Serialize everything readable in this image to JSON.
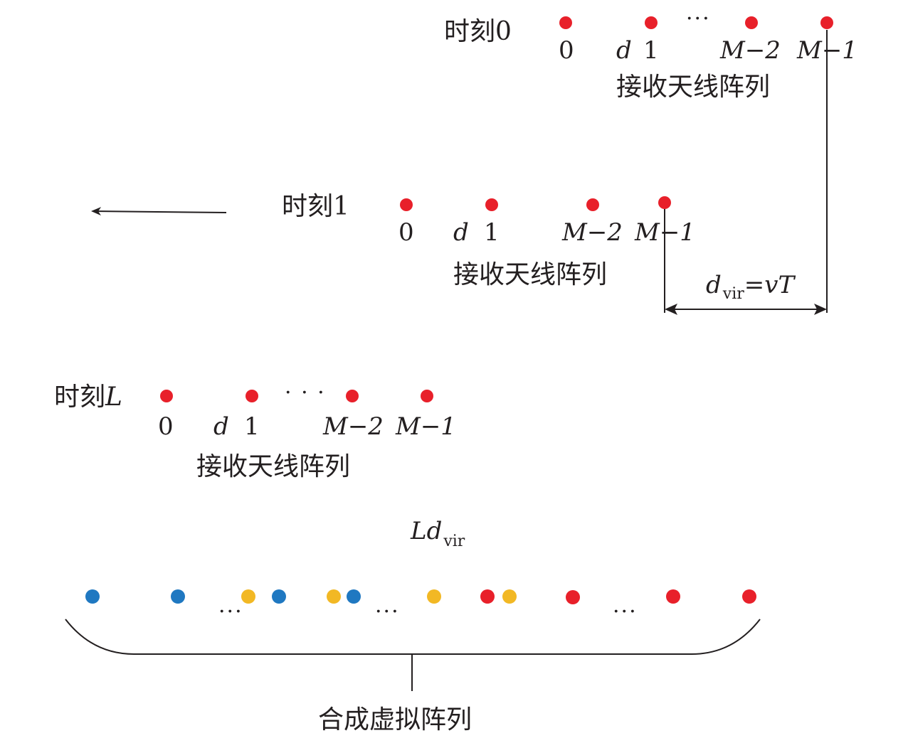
{
  "colors": {
    "red": "#e8202a",
    "blue": "#1f78c1",
    "yellow": "#f2b824",
    "ink": "#231f20"
  },
  "row0": {
    "time_label": "时刻0",
    "index_0": "0",
    "spacing": "d",
    "index_1": "1",
    "index_m2": "M−2",
    "index_m1": "M−1",
    "ellipsis": "···",
    "array_label": "接收天线阵列"
  },
  "row1": {
    "time_label": "时刻1",
    "index_0": "0",
    "spacing": "d",
    "index_1": "1",
    "index_m2": "M−2",
    "index_m1": "M−1",
    "array_label": "接收天线阵列"
  },
  "rowL": {
    "time_label_prefix": "时刻",
    "time_label_var": "L",
    "index_0": "0",
    "spacing": "d",
    "index_1": "1",
    "index_m2": "M−2",
    "index_m1": "M−1",
    "ellipsis": "· · ·",
    "array_label": "接收天线阵列"
  },
  "dvir": {
    "d": "d",
    "sub": "vir",
    "eq": "=",
    "v": "v",
    "T": "T"
  },
  "synthetic": {
    "length_L": "L",
    "length_d": "d",
    "length_sub": "vir",
    "ellipsis": "···",
    "label": "合成虚拟阵列",
    "dots": [
      "blue",
      "blue",
      "yellow",
      "blue",
      "yellow",
      "blue",
      "yellow",
      "red",
      "yellow",
      "red",
      "red",
      "red"
    ]
  }
}
